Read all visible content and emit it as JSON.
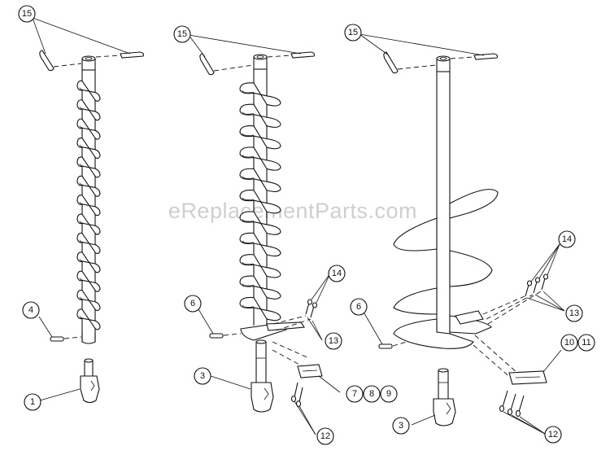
{
  "watermark": "eReplacementParts.com",
  "callouts": {
    "c15a": "15",
    "c15b": "15",
    "c15c": "15",
    "c4": "4",
    "c1": "1",
    "c6a": "6",
    "c3a": "3",
    "c14a": "14",
    "c13a": "13",
    "c7": "7",
    "c8": "8",
    "c9": "9",
    "c12a": "12",
    "c6b": "6",
    "c3b": "3",
    "c14b": "14",
    "c13b": "13",
    "c10": "10",
    "c11": "11",
    "c12b": "12"
  }
}
